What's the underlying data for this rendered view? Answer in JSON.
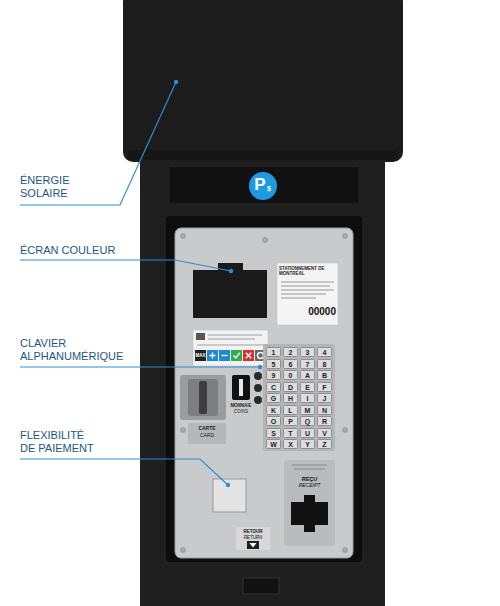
{
  "diagram": {
    "labels": [
      "ÉNERGIE SOLAIRE",
      "ÉCRAN COULEUR",
      "CLAVIER ALPHANUMÉRIQUE",
      "FLEXIBILITÉ DE PAIEMENT",
      "P",
      "$",
      "STATIONNEMENT DE MONTRÉAL",
      "00000",
      "MAX",
      "MONNAIE",
      "COINS",
      "CARTE",
      "CARD",
      "REÇU",
      "RECEIPT",
      "RETOUR",
      "RETURN",
      "1",
      "2",
      "3",
      "4",
      "5",
      "6",
      "7",
      "8",
      "9",
      "0",
      "A",
      "B",
      "C",
      "D",
      "E",
      "F",
      "G",
      "H",
      "I",
      "J",
      "K",
      "L",
      "M",
      "N",
      "O",
      "P",
      "Q",
      "R",
      "S",
      "T",
      "U",
      "V",
      "W",
      "X",
      "Y",
      "Z"
    ]
  }
}
